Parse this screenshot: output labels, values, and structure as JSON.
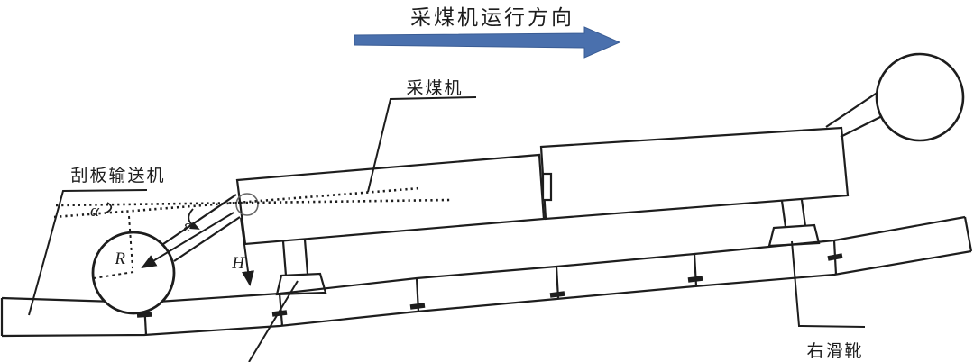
{
  "direction_banner": {
    "label": "采煤机运行方向"
  },
  "part_labels": {
    "shearer": "采煤机",
    "scraper_conveyor": "刮板输送机",
    "right_shoe": "右滑靴"
  },
  "dimension_labels": {
    "alpha": "α",
    "epsilon": "ε",
    "radius": "R",
    "height": "H"
  },
  "colors": {
    "direction_arrow": "#4a70ad",
    "line": "#1d1d1d",
    "background": "#ffffff"
  }
}
